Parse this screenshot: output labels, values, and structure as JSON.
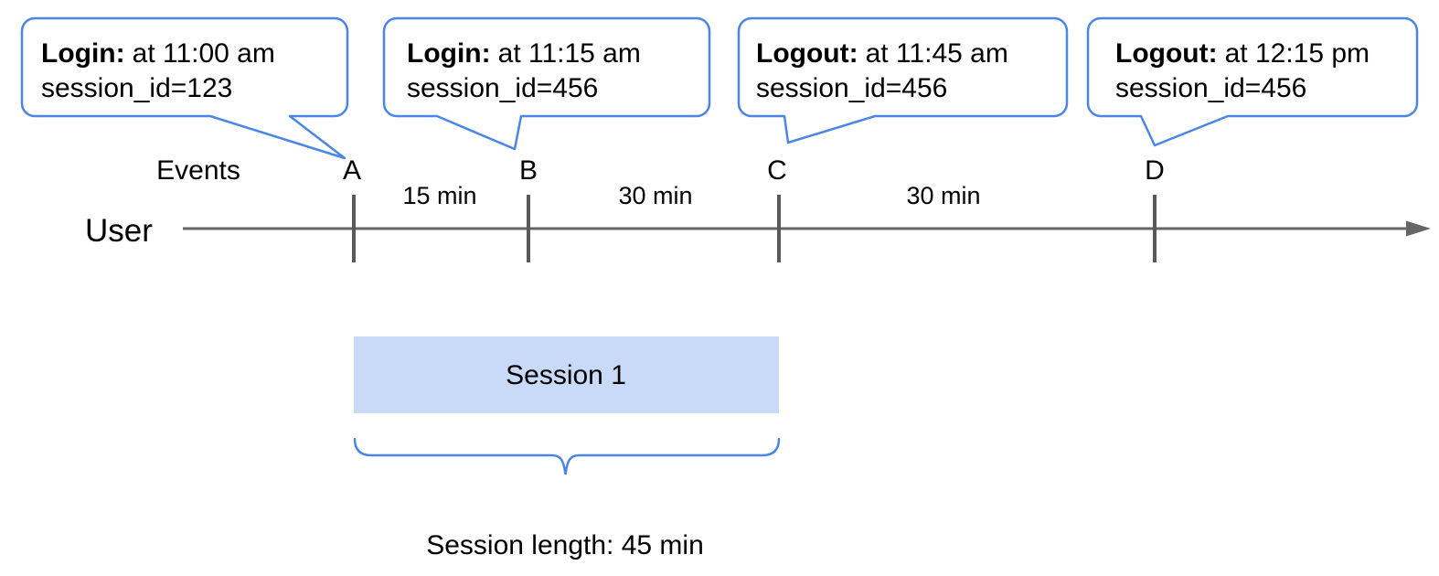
{
  "colors": {
    "bubble_border": "#4a86e8",
    "brace": "#4a86e8",
    "session_fill": "#c9daf8",
    "axis_line": "#666666",
    "tick": "#595959"
  },
  "bubbles": [
    {
      "event": "Login:",
      "time": "at 11:00 am",
      "session": "session_id=123"
    },
    {
      "event": "Login:",
      "time": "at 11:15 am",
      "session": "session_id=456"
    },
    {
      "event": "Logout:",
      "time": "at 11:45 am",
      "session": "session_id=456"
    },
    {
      "event": "Logout:",
      "time": "at 12:15 pm",
      "session": "session_id=456"
    }
  ],
  "timeline": {
    "actor_label": "User",
    "events_label": "Events",
    "markers": [
      "A",
      "B",
      "C",
      "D"
    ],
    "intervals": [
      "15 min",
      "30 min",
      "30 min"
    ]
  },
  "session": {
    "label": "Session 1",
    "length_label": "Session length: 45 min"
  }
}
